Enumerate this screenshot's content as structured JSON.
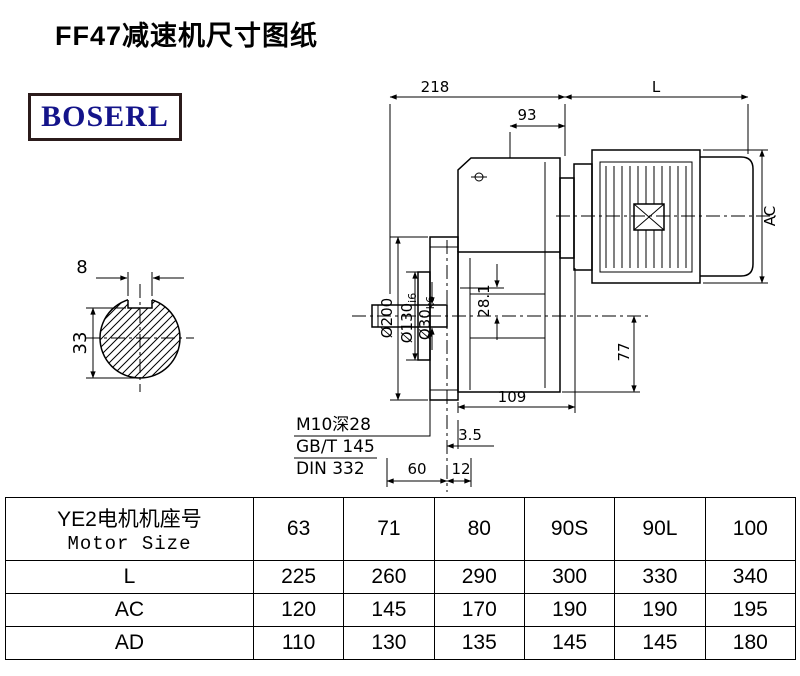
{
  "page": {
    "title": "FF47减速机尺寸图纸"
  },
  "logo": {
    "text": "BOSERL",
    "text_color": "#14148a",
    "border_color": "#2b1b1b"
  },
  "drawing": {
    "dims": {
      "w218": "218",
      "L": "L",
      "w93": "93",
      "AC": "AC",
      "dia200": "Ø200",
      "dia130": "Ø130",
      "dia130_tol": "i6",
      "dia30": "Ø30",
      "dia30_tol": "k6",
      "k281": "28.1",
      "h77": "77",
      "w109": "109",
      "w35": "3.5",
      "w60": "60",
      "w12": "12",
      "key8": "8",
      "key33": "33"
    },
    "notes": {
      "line1": "M10深28",
      "line2": "GB/T 145",
      "line3": "DIN 332"
    }
  },
  "table": {
    "header": {
      "title_cn": "YE2电机机座号",
      "title_en": "Motor Size",
      "sizes": [
        "63",
        "71",
        "80",
        "90S",
        "90L",
        "100"
      ]
    },
    "rows": [
      {
        "label": "L",
        "values": [
          "225",
          "260",
          "290",
          "300",
          "330",
          "340"
        ]
      },
      {
        "label": "AC",
        "values": [
          "120",
          "145",
          "170",
          "190",
          "190",
          "195"
        ]
      },
      {
        "label": "AD",
        "values": [
          "110",
          "130",
          "135",
          "145",
          "145",
          "180"
        ]
      }
    ]
  }
}
